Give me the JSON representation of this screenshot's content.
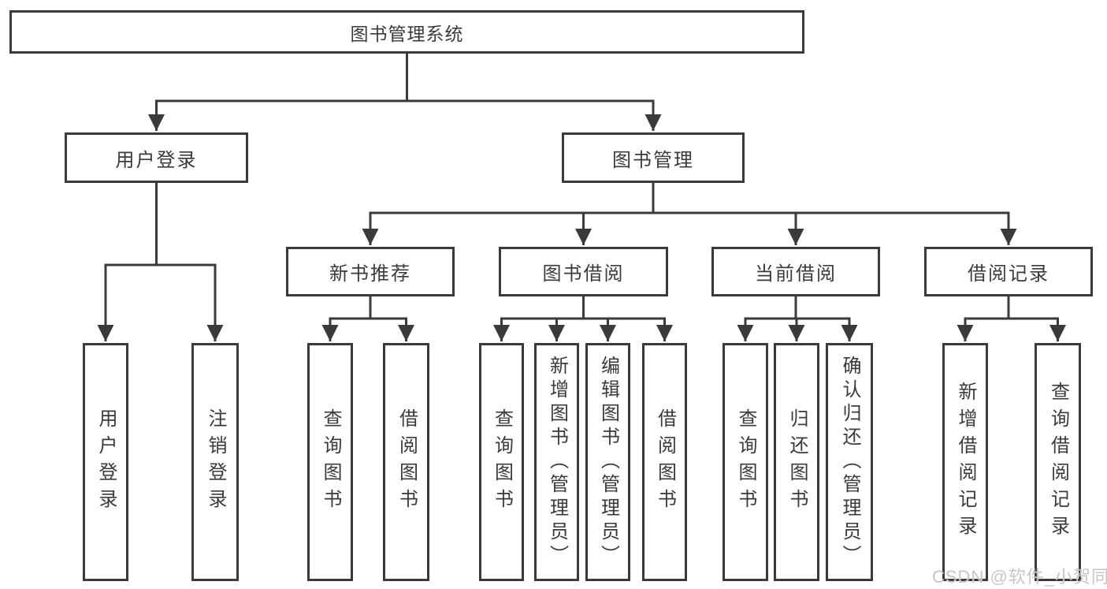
{
  "diagram": {
    "title_node": {
      "label": "图书管理系统"
    },
    "level2": [
      {
        "label": "用户登录"
      },
      {
        "label": "图书管理"
      }
    ],
    "level3": [
      {
        "label": "新书推荐"
      },
      {
        "label": "图书借阅"
      },
      {
        "label": "当前借阅"
      },
      {
        "label": "借阅记录"
      }
    ],
    "leaves": {
      "user_login": [
        "用户登录",
        "注销登录"
      ],
      "new_books": [
        "查询图书",
        "借阅图书"
      ],
      "book_borrow": [
        "查询图书",
        "新增图书（管理员）",
        "编辑图书（管理员）",
        "借阅图书"
      ],
      "current_borrow": [
        "查询图书",
        "归还图书",
        "确认归还（管理员）"
      ],
      "borrow_records": [
        "新增借阅记录",
        "查询借阅记录"
      ]
    },
    "colors": {
      "line": "#3a3a3a",
      "box_fill": "#ffffff",
      "text": "#3a3a3a",
      "watermark": "#c6c6c6"
    }
  },
  "watermark": {
    "text": "CSDN @软件_小贺同学"
  }
}
